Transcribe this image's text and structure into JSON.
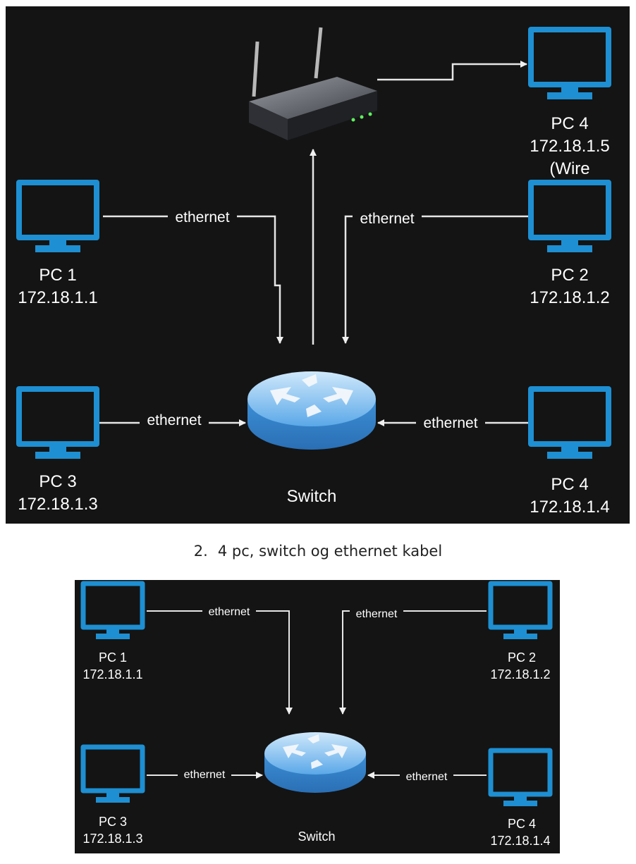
{
  "diagram1": {
    "nodes": {
      "pc1": {
        "name": "PC 1",
        "ip": "172.18.1.1"
      },
      "pc2": {
        "name": "PC 2",
        "ip": "172.18.1.2"
      },
      "pc3": {
        "name": "PC 3",
        "ip": "172.18.1.3"
      },
      "pc4": {
        "name": "PC 4",
        "ip": "172.18.1.4"
      },
      "pc4w": {
        "name": "PC 4",
        "ip": "172.18.1.5",
        "note": "(Wire"
      },
      "switch": {
        "name": "Switch"
      }
    },
    "edge_label": "ethernet"
  },
  "caption": {
    "number": "2.",
    "text": "4 pc, switch og ethernet kabel"
  },
  "diagram2": {
    "nodes": {
      "pc1": {
        "name": "PC 1",
        "ip": "172.18.1.1"
      },
      "pc2": {
        "name": "PC 2",
        "ip": "172.18.1.2"
      },
      "pc3": {
        "name": "PC 3",
        "ip": "172.18.1.3"
      },
      "pc4": {
        "name": "PC 4",
        "ip": "172.18.1.4"
      },
      "switch": {
        "name": "Switch"
      }
    },
    "edge_label": "ethernet"
  },
  "colors": {
    "background": "#141414",
    "monitor": "#1e8fd2",
    "line": "#e6e6e6",
    "text": "#ffffff"
  }
}
